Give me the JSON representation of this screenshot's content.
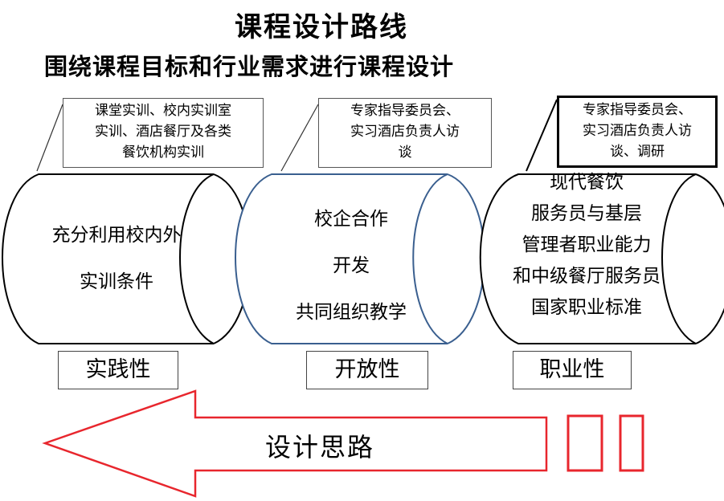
{
  "header": {
    "title": "课程设计路线",
    "subtitle": "围绕课程目标和行业需求进行课程设计"
  },
  "callouts": [
    {
      "lines": [
        "课堂实训、校内实训室",
        "实训、酒店餐厅及各类",
        "餐饮机构实训"
      ]
    },
    {
      "lines": [
        "专家指导委员会、",
        "实习酒店负责人访",
        "谈"
      ]
    },
    {
      "lines": [
        "专家指导委员会、",
        "实习酒店负责人访",
        "谈、调研"
      ]
    }
  ],
  "cylinders": [
    {
      "lines": [
        "充分利用校内外",
        "实训条件"
      ]
    },
    {
      "lines": [
        "校企合作",
        "开发",
        "共同组织教学"
      ]
    },
    {
      "lines": [
        "现代餐饮",
        "服务员与基层",
        "管理者职业能力",
        "和中级餐厅服务员",
        "国家职业标准"
      ]
    }
  ],
  "labels": [
    "实践性",
    "开放性",
    "职业性"
  ],
  "arrow": {
    "label": "设计思路",
    "color": "#e8262d"
  },
  "colors": {
    "cylinder_middle_border": "#3a5f8f"
  }
}
